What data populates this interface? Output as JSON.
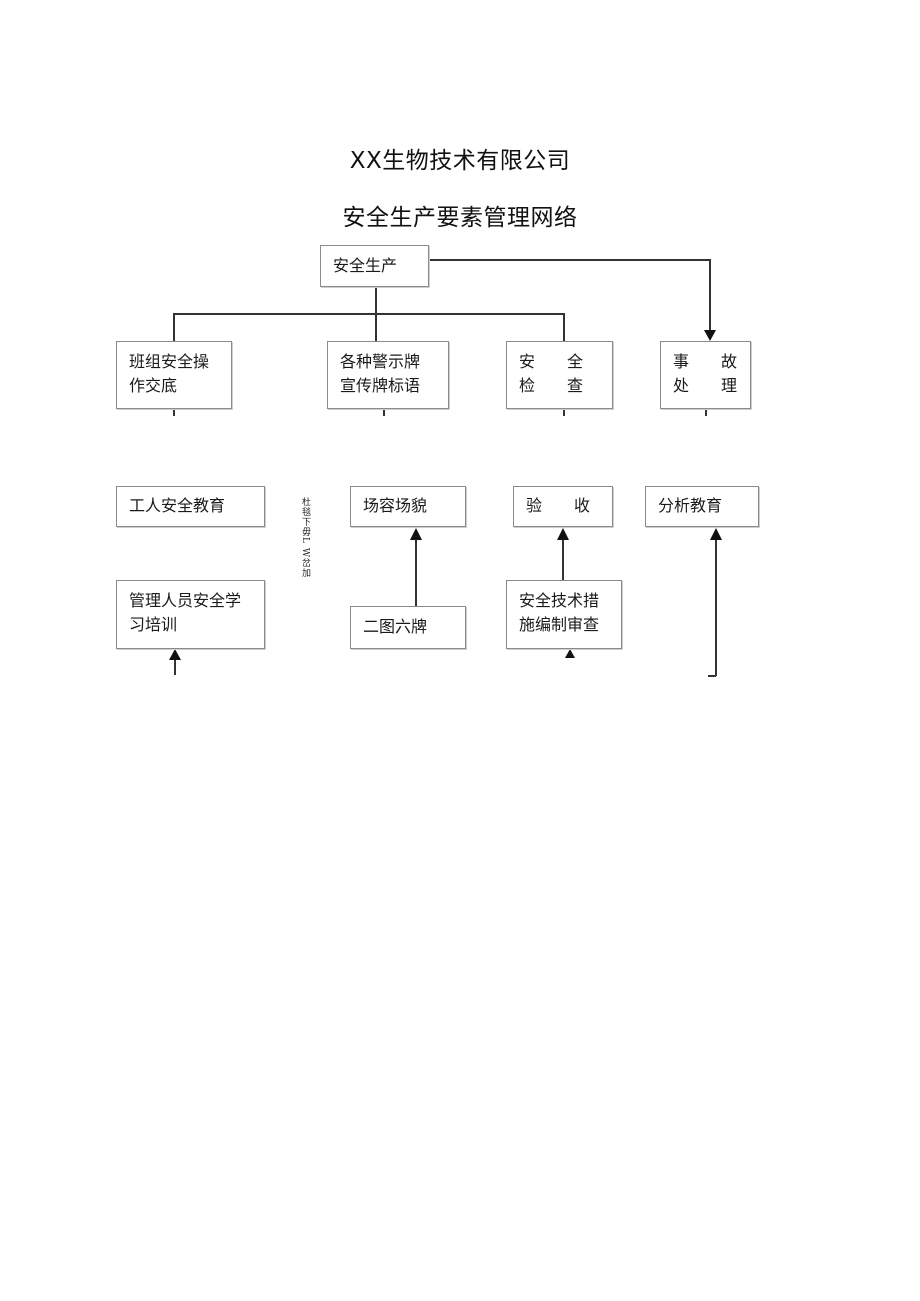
{
  "titles": {
    "company": "XX生物技术有限公司",
    "network": "安全生产要素管理网络"
  },
  "nodes": {
    "root": "安全生产",
    "c1": "班组安全操\n作交底",
    "c2": "各种警示牌\n宣传牌标语",
    "c3": "安　　全\n检　　查",
    "c4": "事　　故\n处　　理",
    "d1": "工人安全教育",
    "d2": "场容场貌",
    "d3": "验　　收",
    "d4": "分析教育",
    "e1": "管理人员安全学\n习培训",
    "e2": "二图六牌",
    "e3": "安全技术措\n施编制审查"
  },
  "side_text": "杜毯下毋L W岔加"
}
